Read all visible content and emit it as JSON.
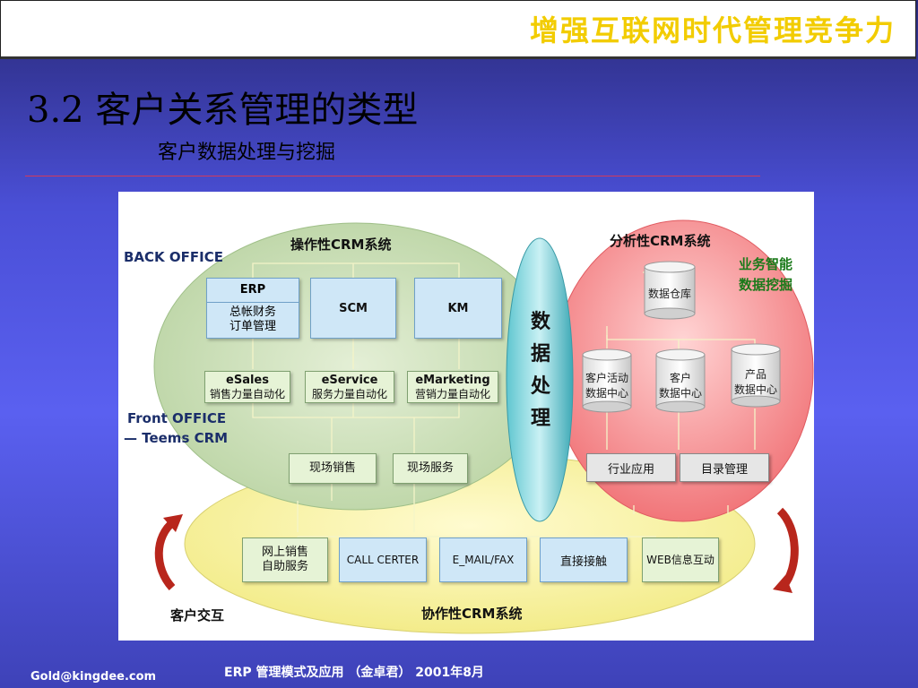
{
  "header": {
    "title": "增强互联网时代管理竞争力"
  },
  "slide": {
    "title": "3.2 客户关系管理的类型",
    "subtitle": "客户数据处理与挖掘"
  },
  "diagram": {
    "operational": {
      "title": "操作性CRM系统",
      "back_office": "BACK OFFICE",
      "front_office_line1": "Front OFFICE",
      "front_office_line2": "— Teems CRM",
      "erp": {
        "name": "ERP",
        "line1": "总帐财务",
        "line2": "订单管理"
      },
      "scm": "SCM",
      "km": "KM",
      "esales": {
        "name": "eSales",
        "desc": "销售力量自动化"
      },
      "eservice": {
        "name": "eService",
        "desc": "服务力量自动化"
      },
      "emarketing": {
        "name": "eMarketing",
        "desc": "营销力量自动化"
      },
      "field_sales": "现场销售",
      "field_service": "现场服务"
    },
    "data_processing": {
      "chars": [
        "数",
        "据",
        "处",
        "理"
      ]
    },
    "analytical": {
      "title": "分析性CRM系统",
      "bi_line1": "业务智能",
      "bi_line2": "数据挖掘",
      "warehouse": "数据仓库",
      "activity_line1": "客户活动",
      "activity_line2": "数据中心",
      "customer_line1": "客户",
      "customer_line2": "数据中心",
      "product_line1": "产品",
      "product_line2": "数据中心",
      "industry_apps": "行业应用",
      "catalog_mgmt": "目录管理"
    },
    "collaborative": {
      "title": "协作性CRM系统",
      "customer_interaction": "客户交互",
      "online_line1": "网上销售",
      "online_line2": "自助服务",
      "call_center": "CALL CERTER",
      "email_fax": "E_MAIL/FAX",
      "direct_contact": "直接接触",
      "web_interaction": "WEB信息互动"
    }
  },
  "footer": {
    "email": "Gold@kingdee.com",
    "course": "ERP 管理模式及应用 （金卓君） 2001年8月"
  }
}
